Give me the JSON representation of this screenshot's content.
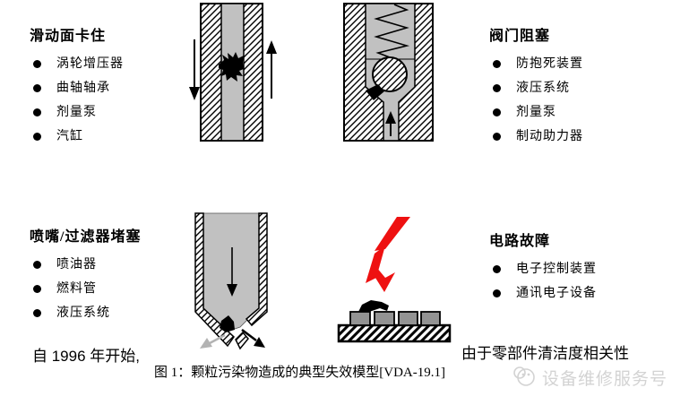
{
  "figure": {
    "groups": [
      {
        "title": "滑动面卡住",
        "items": [
          "涡轮增压器",
          "曲轴轴承",
          "剂量泵",
          "汽缸"
        ]
      },
      {
        "title": "阀门阻塞",
        "items": [
          "防抱死装置",
          "液压系统",
          "剂量泵",
          "制动助力器"
        ]
      },
      {
        "title": "喷嘴/过滤器堵塞",
        "items": [
          "喷油器",
          "燃料管",
          "液压系统"
        ]
      },
      {
        "title": "电路故障",
        "items": [
          "电子控制装置",
          "通讯电子设备"
        ]
      }
    ],
    "diagrams": [
      "sliding-surface-jam",
      "valve-blockage",
      "nozzle-filter-clog",
      "circuit-failure"
    ],
    "colors": {
      "channel_gray": "#c1c1c1",
      "component_gray": "#939393",
      "lightning_red": "#ee1111",
      "watermark_gray": "#d3d3d3",
      "ink": "#000000"
    }
  },
  "footer": {
    "left_text": "自 1996 年开始,",
    "right_text": "由于零部件清洁度相关性",
    "caption": "图 1：颗粒污染物造成的典型失效模型[VDA-19.1]",
    "watermark_text": "设备维修服务号"
  }
}
